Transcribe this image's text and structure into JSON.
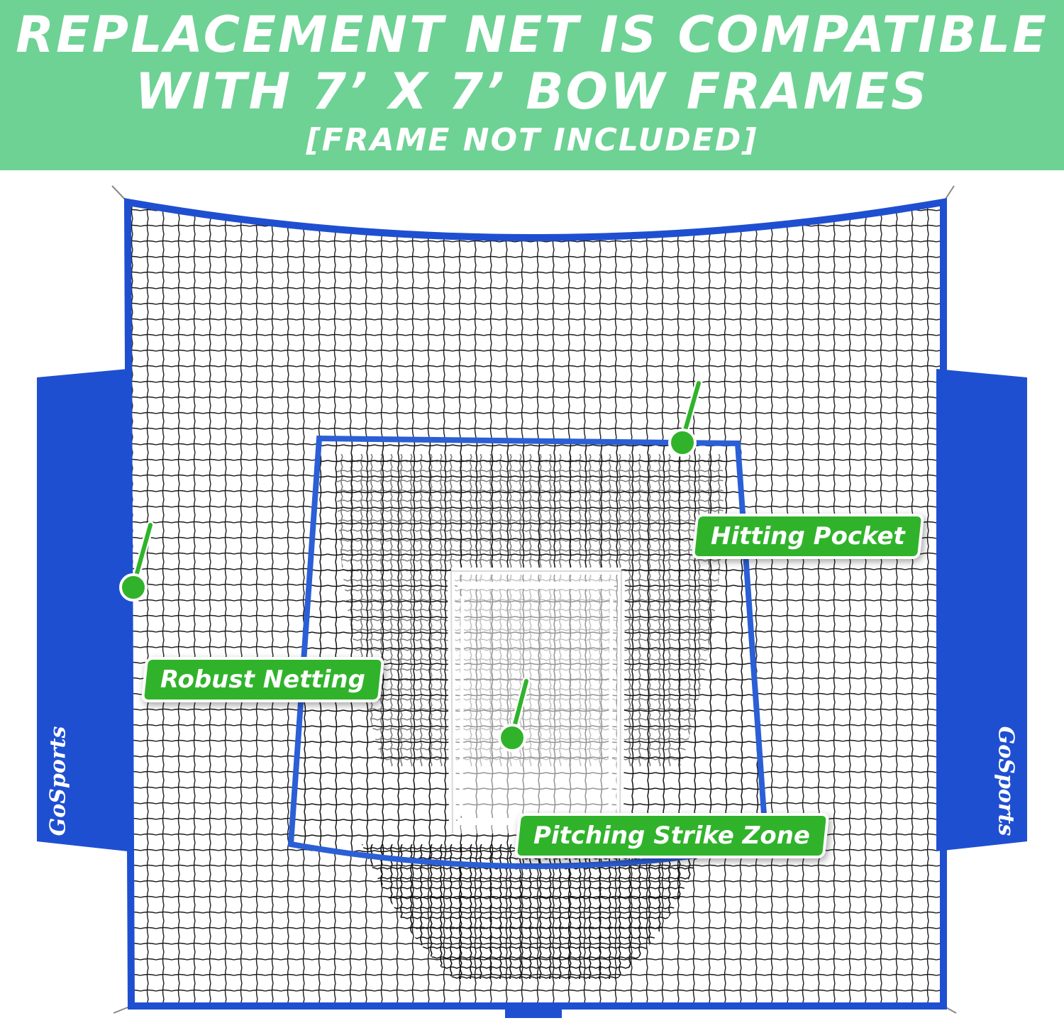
{
  "banner": {
    "line1": "REPLACEMENT NET IS COMPATIBLE",
    "line2": "WITH 7’ X 7’ BOW FRAMES",
    "line3": "[FRAME NOT INCLUDED]",
    "background_color": "#6dd294"
  },
  "callouts": {
    "hitting_pocket": "Hitting Pocket",
    "robust_netting": "Robust Netting",
    "strike_zone": "Pitching Strike Zone",
    "color": "#30b32b"
  },
  "brand": {
    "left_label": "GoSports",
    "right_label": "GoSports",
    "panel_color": "#1f4fd1"
  }
}
